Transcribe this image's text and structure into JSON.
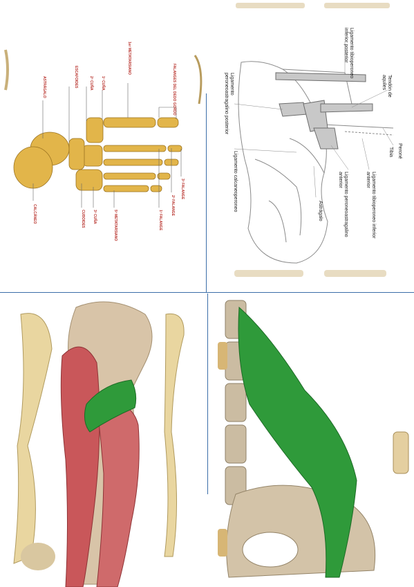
{
  "panels": {
    "foot_bones": {
      "labels": [
        "FALANGES DEL DEDO GORDO",
        "1er METATARSIANO",
        "1ª CUÑA",
        "2ª CUÑA",
        "ESCAFOIDES",
        "ASTRÁGALO",
        "CALCÁNEO",
        "CUBOIDES",
        "3ª CUÑA",
        "5º METATARSIANO",
        "1ª FALANGE",
        "2ª FALANGE",
        "3ª FALANGE"
      ]
    },
    "ankle_ligaments": {
      "labels": [
        "Ligamento tibioperoneo inferior posterior",
        "Tendón de aquiles",
        "Ligamento peroneoastragalino posterior",
        "Peroné",
        "Tibia",
        "Ligamento tibioperoneo inferior anterior",
        "Ligamento peroneoastragalino anterior",
        "Astrágalo",
        "Ligamento calcaneoperoneo"
      ]
    }
  },
  "colors": {
    "divider": "#3b6ea8",
    "bone": "#e2b54a",
    "muscle_highlight": "#2f9a3a",
    "muscle_red": "#c9575a",
    "label_red": "#b8322c"
  }
}
